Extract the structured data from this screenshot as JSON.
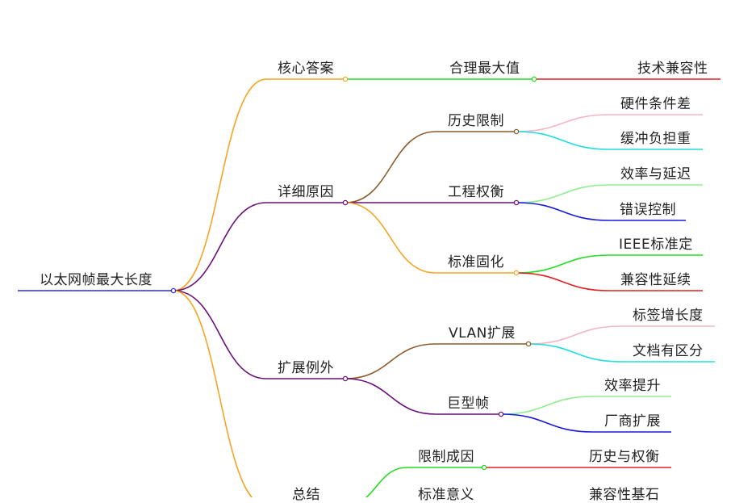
{
  "root": {
    "label": "以太网帧最大长度",
    "color": "#2b2bd9"
  },
  "branches": [
    {
      "label": "核心答案",
      "color": "#f5a623",
      "children": [
        {
          "label": "合理最大值",
          "color": "#22dd22",
          "children": [
            {
              "label": "技术兼容性",
              "color": "#e02020"
            }
          ]
        }
      ]
    },
    {
      "label": "详细原因",
      "color": "#6a0f7a",
      "children": [
        {
          "label": "历史限制",
          "color": "#8b5a2b",
          "children": [
            {
              "label": "硬件条件差",
              "color": "#f4b6c2"
            },
            {
              "label": "缓冲负担重",
              "color": "#22dddd"
            }
          ]
        },
        {
          "label": "工程权衡",
          "color": "#6a0f7a",
          "children": [
            {
              "label": "效率与延迟",
              "color": "#90ee90"
            },
            {
              "label": "错误控制",
              "color": "#1a1adc"
            }
          ]
        },
        {
          "label": "标准固化",
          "color": "#f5a623",
          "children": [
            {
              "label": "IEEE标准定",
              "color": "#22dd22"
            },
            {
              "label": "兼容性延续",
              "color": "#e02020"
            }
          ]
        }
      ]
    },
    {
      "label": "扩展例外",
      "color": "#6a0f7a",
      "children": [
        {
          "label": "VLAN扩展",
          "color": "#8b5a2b",
          "children": [
            {
              "label": "标签增长度",
              "color": "#f4b6c2"
            },
            {
              "label": "文档有区分",
              "color": "#22dddd"
            }
          ]
        },
        {
          "label": "巨型帧",
          "color": "#6a0f7a",
          "children": [
            {
              "label": "效率提升",
              "color": "#90ee90"
            },
            {
              "label": "厂商扩展",
              "color": "#1a1adc"
            }
          ]
        }
      ]
    },
    {
      "label": "总结",
      "color": "#f5a623",
      "children": [
        {
          "label": "限制成因",
          "color": "#22dd22",
          "children": [
            {
              "label": "历史与权衡",
              "color": "#e02020"
            }
          ]
        },
        {
          "label": "标准意义",
          "color": "#e02020",
          "children": [
            {
              "label": "兼容性基石",
              "color": "#e02020"
            }
          ]
        }
      ]
    }
  ]
}
